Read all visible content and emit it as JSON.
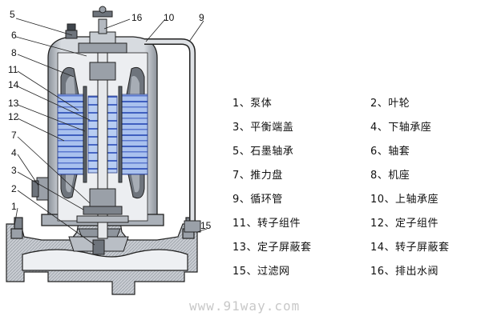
{
  "callouts": [
    "5",
    "16",
    "10",
    "9",
    "6",
    "8",
    "11",
    "14",
    "13",
    "12",
    "7",
    "4",
    "3",
    "2",
    "1",
    "15"
  ],
  "parts_rows": [
    {
      "left": "1、泵体",
      "right": "2、叶轮"
    },
    {
      "left": "3、平衡端盖",
      "right": "4、下轴承座"
    },
    {
      "left": "5、石墨轴承",
      "right": "6、轴套"
    },
    {
      "left": "7、推力盘",
      "right": "8、机座"
    },
    {
      "left": "9、循环管",
      "right": "10、上轴承座"
    },
    {
      "left": "11、转子组件",
      "right": "12、定子组件"
    },
    {
      "left": "13、定子屏蔽套",
      "right": "14、转子屏蔽套"
    },
    {
      "left": "15、过滤网",
      "right": "16、排出水阀"
    }
  ],
  "watermark": "www.91way.com",
  "colors": {
    "line": "#222222",
    "metal": "#d5d9de",
    "casing": "#c4c8ce",
    "dark": "#6e747c",
    "stator": "#3f5fbf",
    "stator_light": "#9ab6ea"
  }
}
